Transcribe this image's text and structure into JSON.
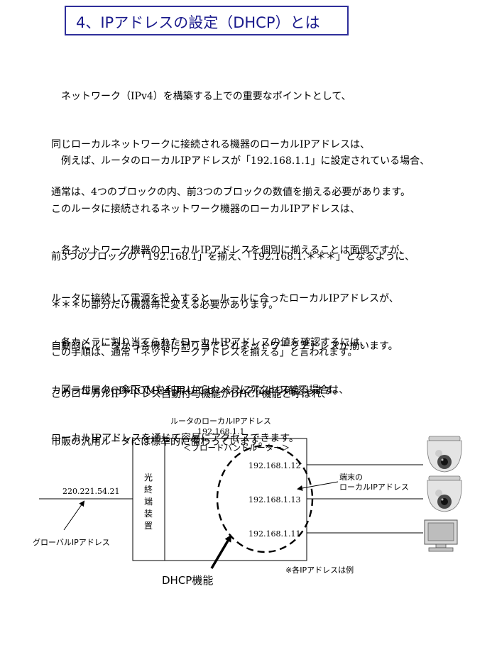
{
  "title": "4、IPアドレスの設定（DHCP）とは",
  "paragraphs": [
    [
      "　ネットワーク（IPv4）を構築する上での重要なポイントとして、",
      "同じローカルネットワークに接続される機器のローカルIPアドレスは、",
      "通常は、4つのブロックの内、前3つのブロックの数値を揃える必要があります。"
    ],
    [
      "　例えば、ルータのローカルIPアドレスが「192.168.1.1」に設定されている場合、",
      "このルータに接続されるネットワーク機器のローカルIPアドレスは、",
      "前3つのブロックの「192.168.1」を揃え、「192.168.1.＊＊＊」となるように、",
      "＊＊＊の部分だけ機器毎に変える必要があります。",
      "この手順は、通常「ネットワークアドレスを揃える」と言われます。"
    ],
    [
      "　各ネットワーク機器のローカルIPアドレスを個別に揃えることは面倒ですが、",
      "ルータに接続して電源を投入すると、ルールに合ったローカルIPアドレスが、",
      "自動的にルータから各機器に割り当てられネットワークアドレスが揃います。",
      "このローカルIPアドレス自動付与機能がDHCP機能と呼ばれ、",
      "市販の汎用ルータには標準的に備わっています。"
    ],
    [
      "　各カメラに割り当てられたローカルIPアドレスの値を確認するには、",
      "カメラ付属のCD-ROMを利用してセンシングにより確認します。"
    ],
    [
      "　同一ルーター傘下でパソコンからカメラにアクセスする場合は、",
      "ローカルIPアドレスを通じて容易にアクセスできます。"
    ]
  ],
  "diagram": {
    "router_label": "ルータのローカルIPアドレス",
    "router_ip": "192.168.1.1",
    "router_box_label": "＜ブロードバンドルーター＞",
    "onu_label": "光終端装置",
    "global_ip": "220.221.54.21",
    "global_label": "グローバルIPアドレス",
    "local_ips": [
      "192.168.1.12",
      "192.168.1.13",
      "192.168.1.11"
    ],
    "terminal_label_1": "端末の",
    "terminal_label_2": "ローカルIPアドレス",
    "dhcp_label": "DHCP機能",
    "note": "※各IPアドレスは例"
  }
}
